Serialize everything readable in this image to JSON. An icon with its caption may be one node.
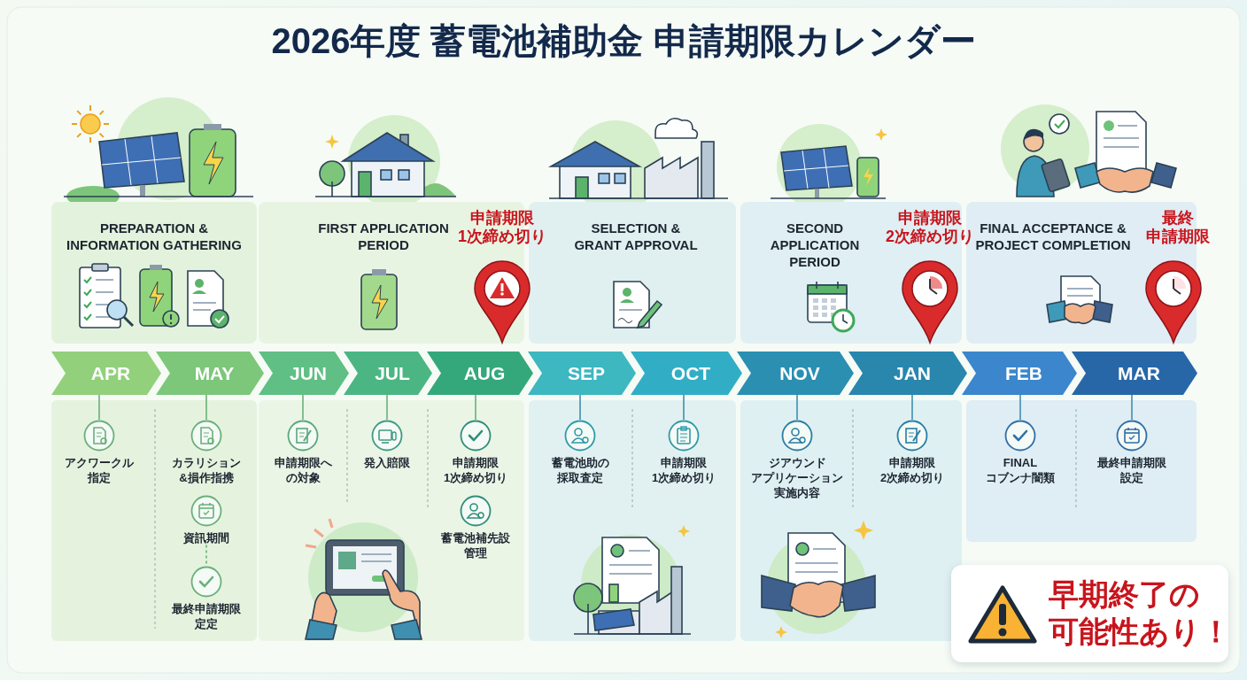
{
  "diagram": {
    "title": "2026年度 蓄電池補助金 申請期限カレンダー",
    "nodes": [
      {
        "text": [
          "PREPARATION & INFORMATION GATHERING"
        ]
      },
      {
        "text": [
          "FIRST APPLICATION PERIOD"
        ]
      },
      {
        "text": [
          "SELECTION & GRANT APPROVAL"
        ]
      },
      {
        "text": [
          "SECOND APPLICATION PERIOD"
        ]
      },
      {
        "text": [
          "FINAL ACCEPTANCE & PROJECT COMPLETION"
        ]
      },
      {
        "text": [
          "APR"
        ]
      },
      {
        "text": [
          "MAY"
        ]
      },
      {
        "text": [
          "JUN"
        ]
      },
      {
        "text": [
          "JUL"
        ]
      },
      {
        "text": [
          "AUG"
        ]
      },
      {
        "text": [
          "SEP"
        ]
      },
      {
        "text": [
          "OCT"
        ]
      },
      {
        "text": [
          "NOV"
        ]
      },
      {
        "text": [
          "JAN"
        ]
      },
      {
        "text": [
          "FEB"
        ]
      },
      {
        "text": [
          "MAR"
        ]
      },
      {
        "text": [
          "アクワークル指定"
        ]
      },
      {
        "text": [
          "カラリション&損作指携"
        ]
      },
      {
        "text": [
          "資訊期間"
        ]
      },
      {
        "text": [
          "最終申請期限定定"
        ]
      },
      {
        "text": [
          "申請期限への対象"
        ]
      },
      {
        "text": [
          "発入賠限"
        ]
      },
      {
        "text": [
          "申請期限1次締め切り"
        ]
      },
      {
        "text": [
          "蓄電池補先設管理"
        ]
      },
      {
        "text": [
          "蓄電池助の採取査定"
        ]
      },
      {
        "text": [
          "申請期限1次締め切り"
        ]
      },
      {
        "text": [
          "ジアウンドアプリケーション実施内容"
        ]
      },
      {
        "text": [
          "申請期限2次締め切り"
        ]
      },
      {
        "text": [
          "FINAL コブンナ闇類"
        ]
      },
      {
        "text": [
          "最終申請期限設定"
        ]
      },
      {
        "text": [
          "早期終了の可能性あり！"
        ]
      }
    ],
    "edges": [
      {
        "from": 5,
        "to": 16,
        "arrow": "none",
        "color": "#6bb07a"
      },
      {
        "from": 6,
        "to": 17,
        "arrow": "none",
        "color": "#6bb07a"
      },
      {
        "from": 18,
        "to": 19,
        "arrow": "none",
        "style": "dashed",
        "color": "#6bb07a"
      },
      {
        "from": 7,
        "to": 20,
        "arrow": "none",
        "color": "#6bb07a"
      },
      {
        "from": 8,
        "to": 21,
        "arrow": "none",
        "color": "#6bb07a"
      },
      {
        "from": 9,
        "to": 22,
        "arrow": "none",
        "color": "#6bb07a"
      },
      {
        "from": 10,
        "to": 24,
        "arrow": "none"
      },
      {
        "from": 11,
        "to": 25,
        "arrow": "none"
      },
      {
        "from": 12,
        "to": 26,
        "arrow": "none"
      },
      {
        "from": 13,
        "to": 27,
        "arrow": "none"
      },
      {
        "from": 14,
        "to": 28,
        "arrow": "none"
      },
      {
        "from": 15,
        "to": 29,
        "arrow": "none"
      }
    ],
    "labels": [
      "申請期限1次締め切り",
      "申請期限2次締め切り",
      "最終申請期限"
    ]
  }
}
